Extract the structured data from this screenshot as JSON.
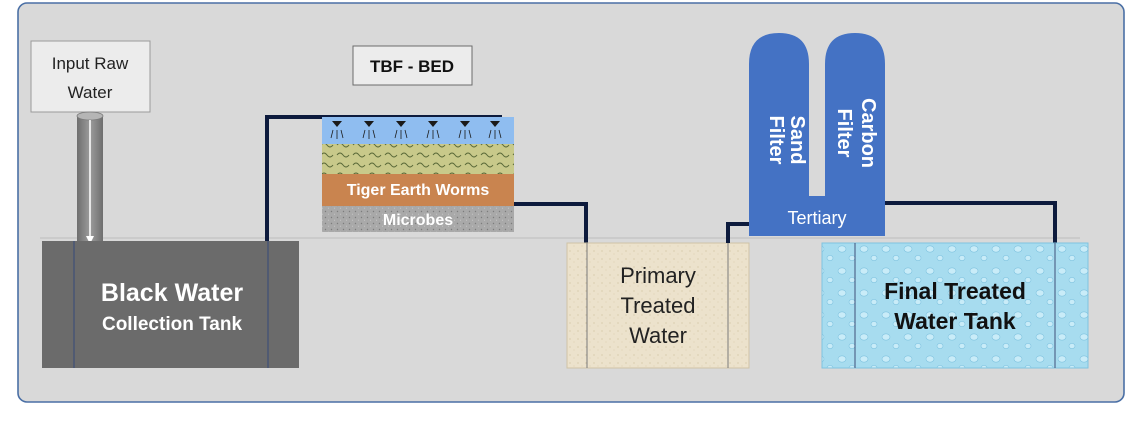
{
  "labels": {
    "input_line1": "Input Raw",
    "input_line2": "Water",
    "tbf_bed": "TBF - BED",
    "black_line1": "Black Water",
    "black_line2": "Collection Tank",
    "worms": "Tiger Earth Worms",
    "microbes": "Microbes",
    "primary_line1": "Primary",
    "primary_line2": "Treated",
    "primary_line3": "Water",
    "sand_line1": "Sand",
    "sand_line2": "Filter",
    "carbon_line1": "Carbon",
    "carbon_line2": "Filter",
    "tertiary": "Tertiary",
    "final_line1": "Final Treated",
    "final_line2": "Water Tank"
  },
  "colors": {
    "background": "#d9d9d9",
    "frame": "#4a6fa5",
    "black_tank": "#6b6b6b",
    "pipe": "#0d1b3d",
    "filter_blue": "#4472c4",
    "primary_tank": "#ece2cc",
    "final_tank": "#a7dcef",
    "sprinkler_layer": "#8fbdf0",
    "worm_layer": "#c8c98a",
    "earth_layer": "#c9844f",
    "microbe_layer": "#a9a9a9",
    "input_pipe": "#7f7f7f"
  }
}
